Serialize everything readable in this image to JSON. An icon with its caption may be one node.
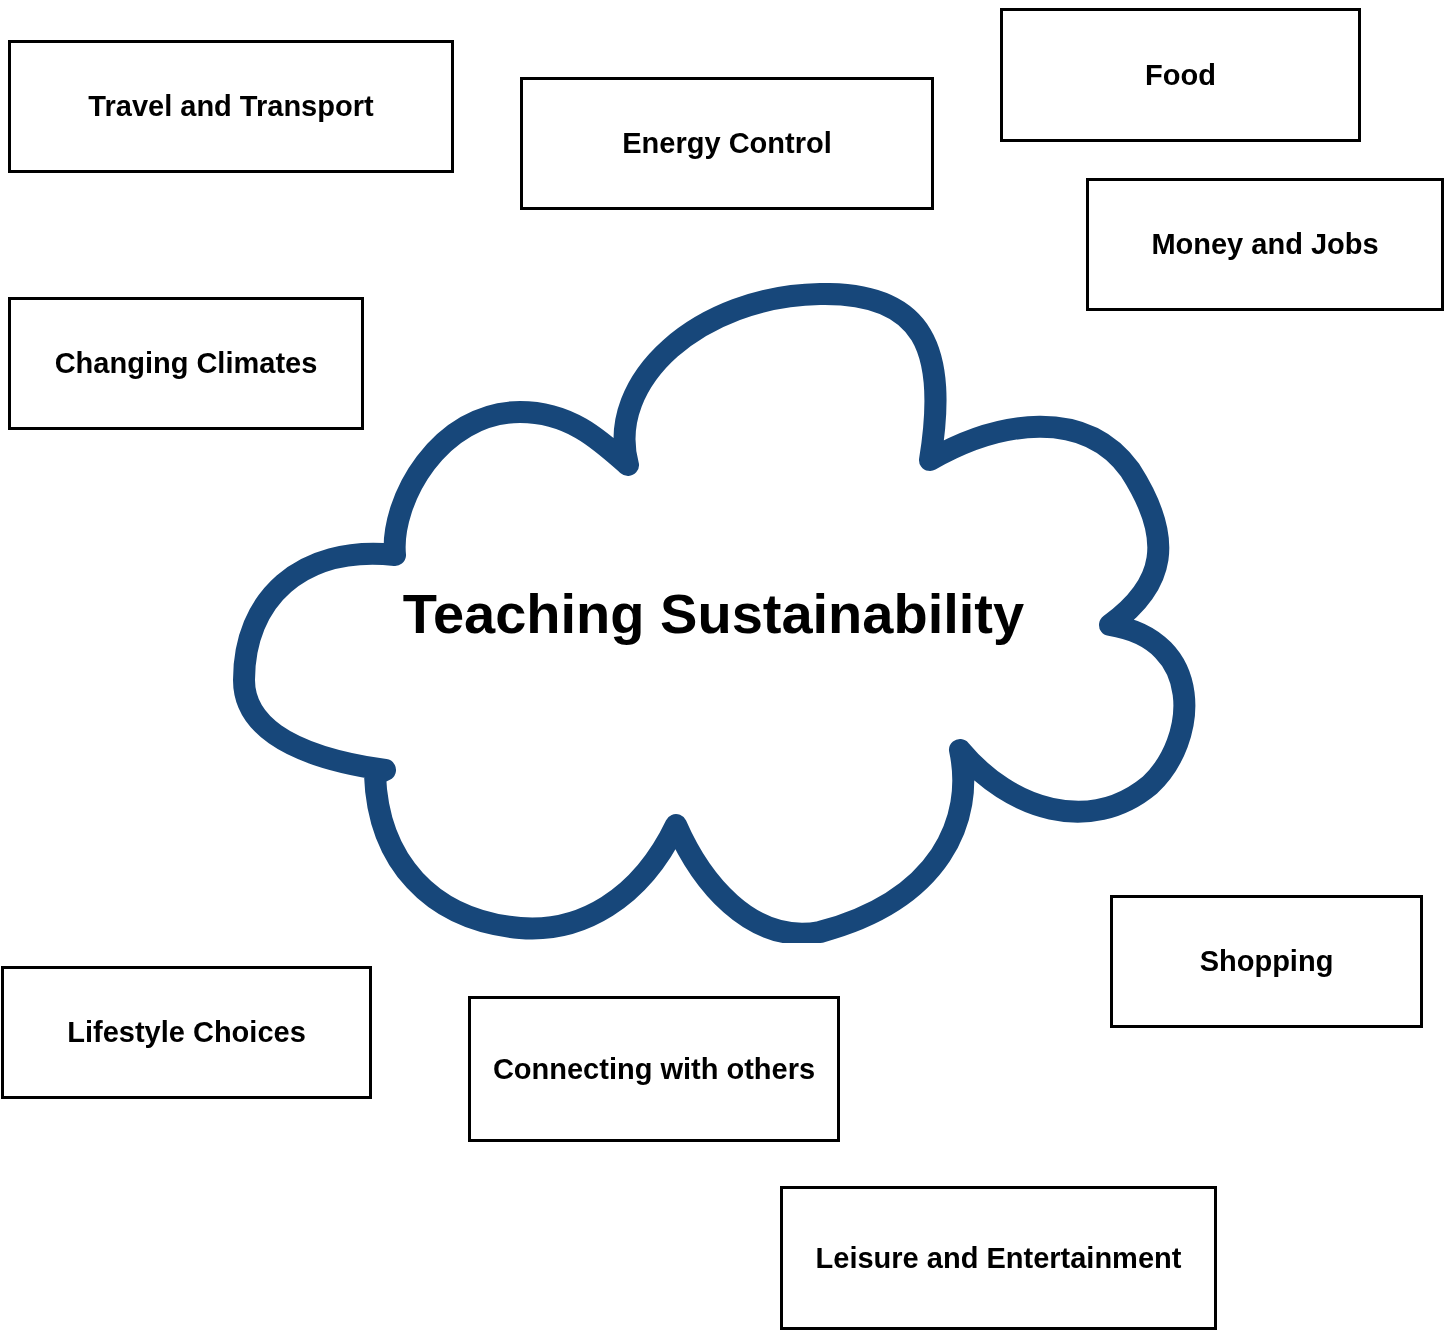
{
  "diagram": {
    "nodes": [
      {
        "text": [
          "Food"
        ]
      },
      {
        "text": [
          "Travel and Transport"
        ]
      },
      {
        "text": [
          "Energy Control"
        ]
      },
      {
        "text": [
          "Money and Jobs"
        ]
      },
      {
        "text": [
          "Changing Climates"
        ]
      },
      {
        "text": [
          "Teaching Sustainability"
        ]
      },
      {
        "text": [
          "Shopping"
        ]
      },
      {
        "text": [
          "Lifestyle Choices"
        ]
      },
      {
        "text": [
          "Connecting with others"
        ]
      },
      {
        "text": [
          "Leisure and Entertainment"
        ]
      }
    ]
  }
}
